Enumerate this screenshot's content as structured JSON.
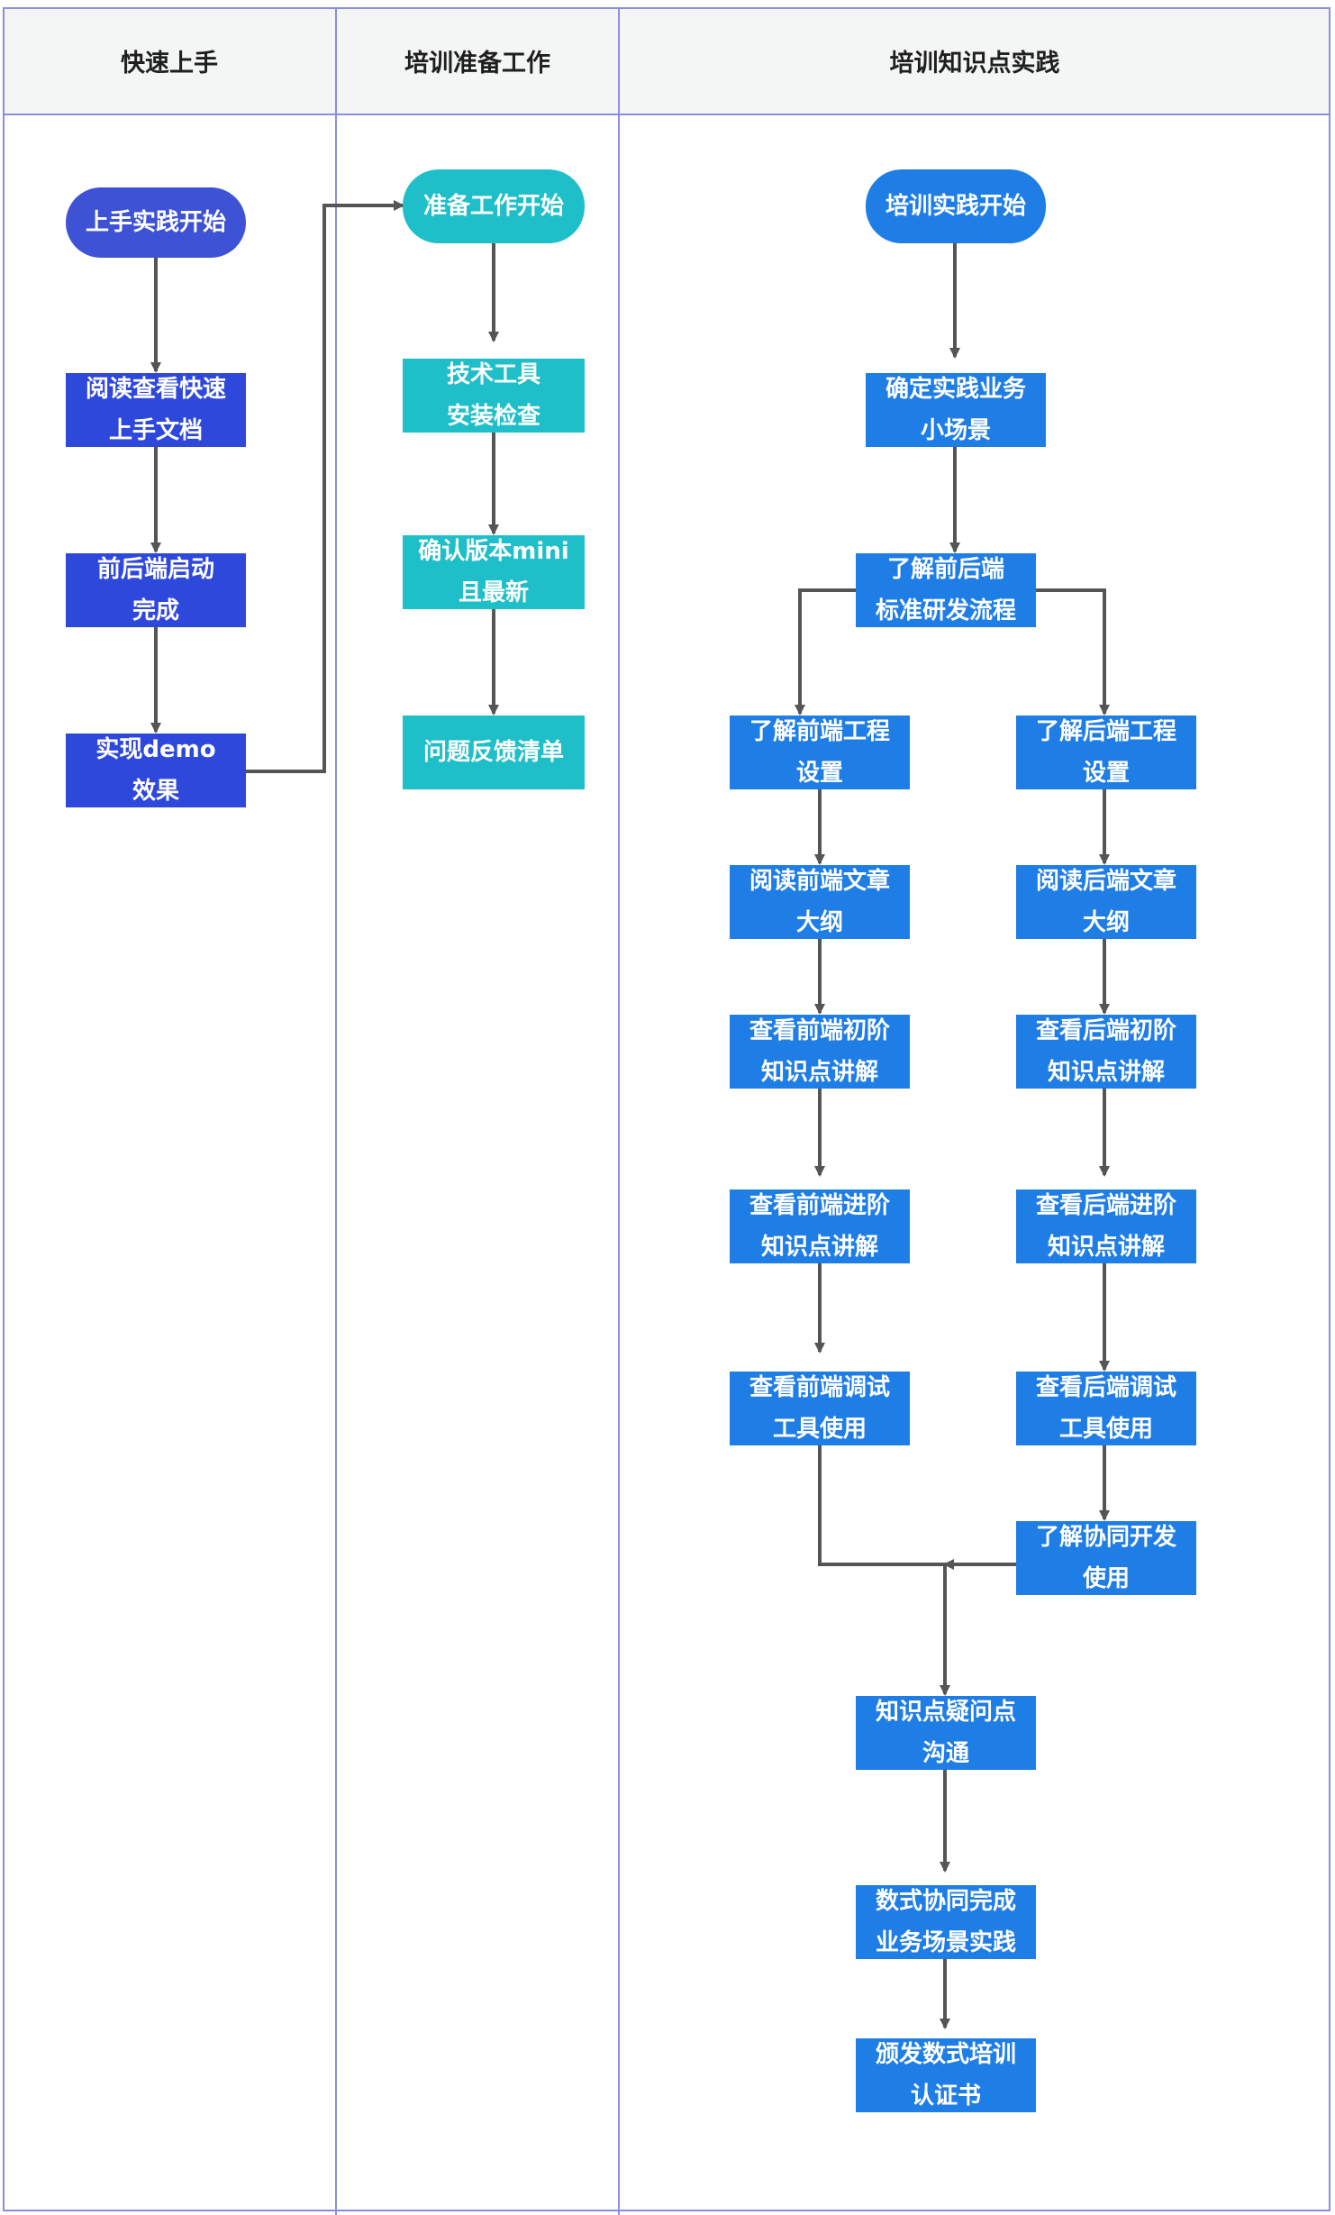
{
  "colors": {
    "lane_border": "#8b8ee0",
    "header_bg": "#f4f5f5",
    "indigo": "#3d52d5",
    "blue": "#2f48dc",
    "teal": "#1fbfc9",
    "sky": "#1f7de6",
    "edge": "#555555"
  },
  "lanes": [
    {
      "id": "quickstart",
      "title": "快速上手"
    },
    {
      "id": "prep",
      "title": "培训准备工作"
    },
    {
      "id": "practice",
      "title": "培训知识点实践"
    }
  ],
  "nodes": {
    "qs_start": "上手实践开始",
    "qs_read": "阅读查看快速\n上手文档",
    "qs_boot": "前后端启动\n完成",
    "qs_demo": "实现demo\n效果",
    "prep_start": "准备工作开始",
    "prep_tools": "技术工具\n安装检查",
    "prep_version": "确认版本mini\n且最新",
    "prep_feedback": "问题反馈清单",
    "pr_start": "培训实践开始",
    "pr_scene": "确定实践业务\n小场景",
    "pr_flow": "了解前后端\n标准研发流程",
    "fe_setup": "了解前端工程\n设置",
    "be_setup": "了解后端工程\n设置",
    "fe_outline": "阅读前端文章\n大纲",
    "be_outline": "阅读后端文章\n大纲",
    "fe_basic": "查看前端初阶\n知识点讲解",
    "be_basic": "查看后端初阶\n知识点讲解",
    "fe_adv": "查看前端进阶\n知识点讲解",
    "be_adv": "查看后端进阶\n知识点讲解",
    "fe_debug": "查看前端调试\n工具使用",
    "be_debug": "查看后端调试\n工具使用",
    "collab": "了解协同开发\n使用",
    "qa": "知识点疑问点\n沟通",
    "complete": "数式协同完成\n业务场景实践",
    "cert": "颁发数式培训\n认证书"
  }
}
